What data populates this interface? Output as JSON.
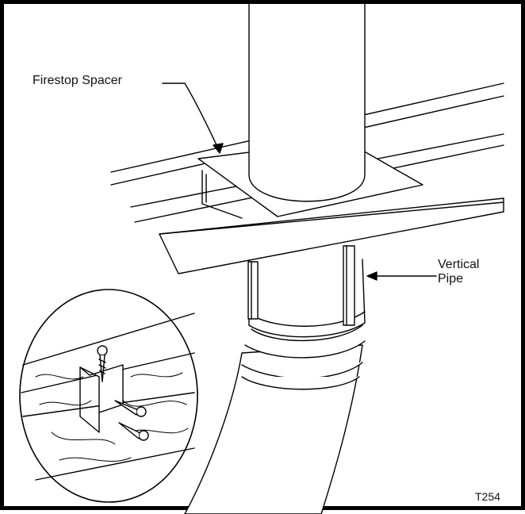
{
  "labels": {
    "firestop_spacer": "Firestop Spacer",
    "vertical_line1": "Vertical",
    "vertical_line2": "Pipe",
    "figure_code": "T254"
  },
  "colors": {
    "stroke": "#000000",
    "background": "#ffffff"
  }
}
